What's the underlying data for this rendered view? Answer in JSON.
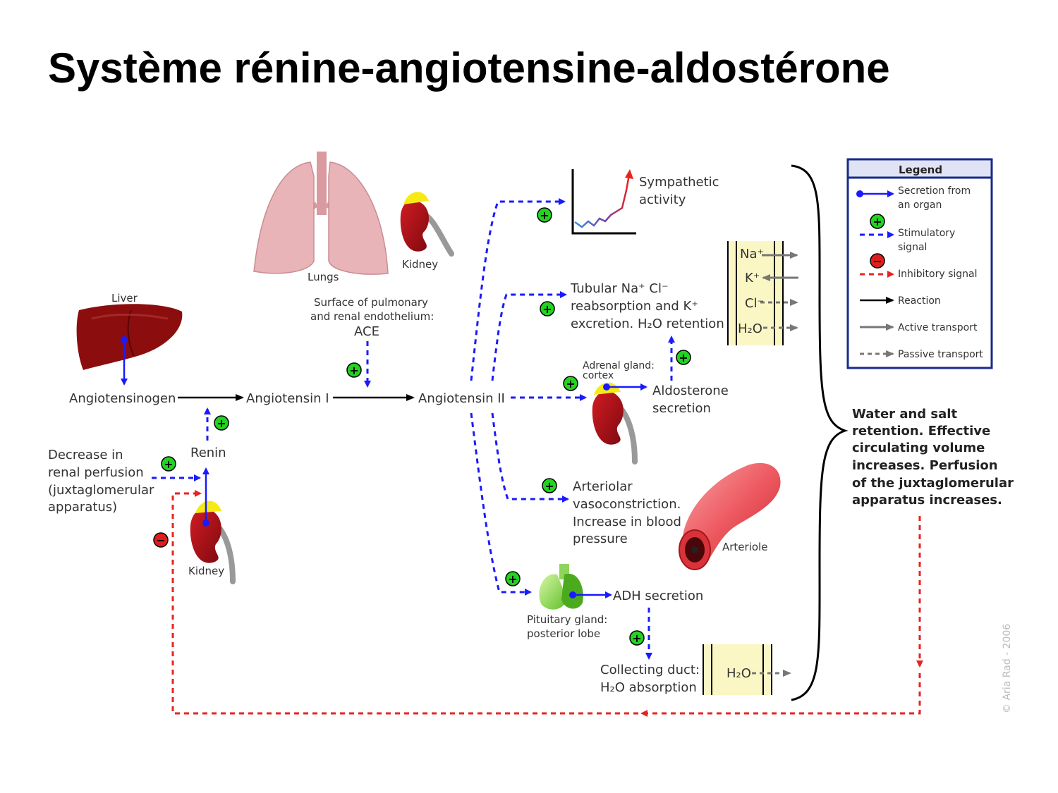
{
  "title": "Système rénine-angiotensine-aldostérone",
  "labels": {
    "lungs": "Lungs",
    "kidney_top": "Kidney",
    "liver": "Liver",
    "ace_1": "Surface of pulmonary",
    "ace_2": "and renal endothelium:",
    "ace_3": "ACE",
    "angiotensinogen": "Angiotensinogen",
    "angiotensin1": "Angiotensin I",
    "angiotensin2": "Angiotensin II",
    "renin": "Renin",
    "decrease_1": "Decrease in",
    "decrease_2": "renal perfusion",
    "decrease_3": "(juxtaglomerular",
    "decrease_4": "apparatus)",
    "kidney_bottom": "Kidney",
    "sympathetic_1": "Sympathetic",
    "sympathetic_2": "activity",
    "tubular_1": "Tubular Na⁺ Cl⁻",
    "tubular_2": "reabsorption and K⁺",
    "tubular_3": "excretion. H₂O retention",
    "na": "Na⁺",
    "k": "K⁺",
    "cl": "Cl⁻",
    "h2o": "H₂O",
    "adrenal_1": "Adrenal gland:",
    "adrenal_2": "cortex",
    "aldosterone_1": "Aldosterone",
    "aldosterone_2": "secretion",
    "arteriolar_1": "Arteriolar",
    "arteriolar_2": "vasoconstriction.",
    "arteriolar_3": "Increase in blood",
    "arteriolar_4": "pressure",
    "arteriole": "Arteriole",
    "adh": "ADH secretion",
    "pituitary_1": "Pituitary gland:",
    "pituitary_2": "posterior lobe",
    "collecting_1": "Collecting duct:",
    "collecting_2": "H₂O absorption",
    "h2o_duct": "H₂O",
    "water_1": "Water and salt",
    "water_2": "retention. Effective",
    "water_3": "circulating volume",
    "water_4": "increases. Perfusion",
    "water_5": "of the juxtaglomerular",
    "water_6": "apparatus increases.",
    "copyright": "© Aria Rad - 2006"
  },
  "legend": {
    "title": "Legend",
    "secretion_1": "Secretion from",
    "secretion_2": "an organ",
    "stimulatory_1": "Stimulatory",
    "stimulatory_2": "signal",
    "inhibitory": "Inhibitory signal",
    "reaction": "Reaction",
    "active": "Active transport",
    "passive": "Passive transport"
  },
  "symbols": {
    "plus": "+",
    "minus": "−"
  },
  "colors": {
    "stimulatory": "#1a1aff",
    "inhibitory": "#e8231f",
    "reaction": "#000000",
    "plus_fill": "#22d322",
    "minus_fill": "#e01d1d",
    "kidney": "#b3121a",
    "liver": "#8c0d0d",
    "lungs": "#e8b4b8"
  }
}
